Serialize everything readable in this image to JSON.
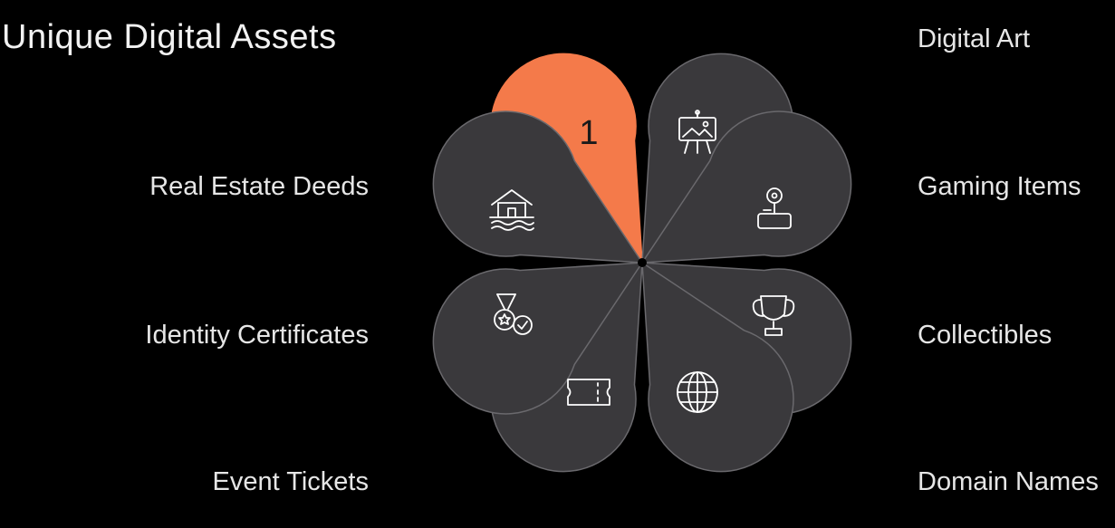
{
  "title": "Unique Digital Assets",
  "highlight_number": "1",
  "colors": {
    "background": "#000000",
    "petal": "#3a393c",
    "petal_stroke": "#6a696d",
    "highlight": "#f47a4a",
    "text": "#e6e6e6"
  },
  "segments": [
    {
      "label": "Digital Art",
      "icon": "easel-painting-icon"
    },
    {
      "label": "Gaming Items",
      "icon": "joystick-icon"
    },
    {
      "label": "Collectibles",
      "icon": "trophy-icon"
    },
    {
      "label": "Domain Names",
      "icon": "globe-icon"
    },
    {
      "label": "Event Tickets",
      "icon": "ticket-icon"
    },
    {
      "label": "Identity Certificates",
      "icon": "medal-check-icon"
    },
    {
      "label": "Real Estate Deeds",
      "icon": "house-on-water-icon"
    }
  ]
}
